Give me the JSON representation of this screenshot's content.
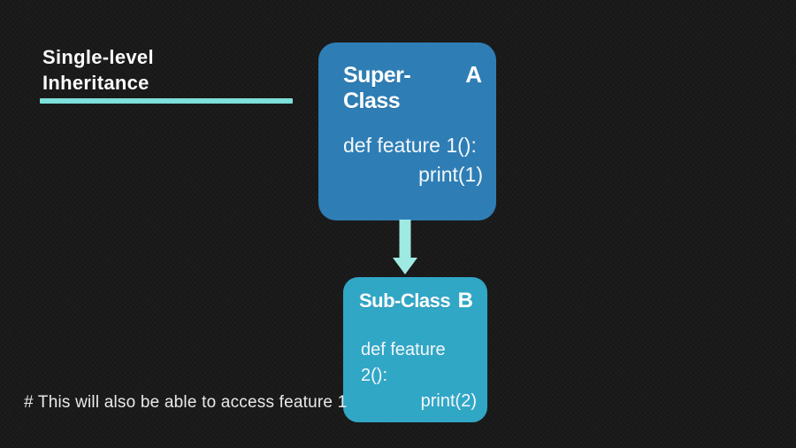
{
  "title": {
    "line1": "Single-level",
    "line2": "Inheritance"
  },
  "title_underline_color": "#7de0db",
  "note": "# This will also be able to access feature 1",
  "diagram": {
    "arrow": {
      "icon": "arrow-down-icon",
      "color": "#9fe9e3"
    },
    "super_class": {
      "title": "Super-Class",
      "label": "A",
      "color": "#2e7eb5",
      "code": [
        "def feature 1():",
        "print(1)"
      ]
    },
    "sub_class": {
      "title": "Sub-Class",
      "label": "B",
      "color": "#31a7c6",
      "code": [
        "def feature 2():",
        "print(2)"
      ]
    }
  },
  "colors": {
    "background": "#181818",
    "title_text": "#fafafa",
    "note_text": "#e9e9e9",
    "box_text": "#ffffff"
  }
}
